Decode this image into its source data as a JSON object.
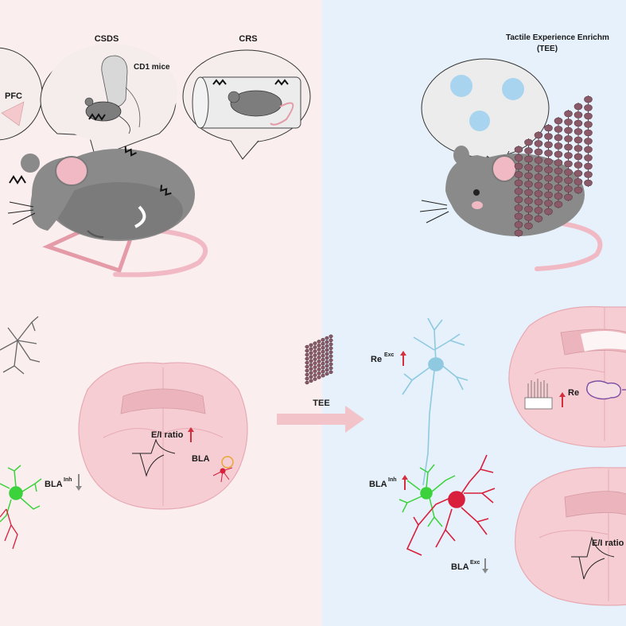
{
  "colors": {
    "left_bg": "#fbeeee",
    "right_bg": "#e6f1fb",
    "mouse_body": "#8a8a8a",
    "mouse_dark": "#5f5f5f",
    "mouse_pink": "#f1b9c4",
    "brain_fill": "#f6cdd3",
    "brain_inner": "#ecb4bc",
    "neuron_green": "#3bd23b",
    "neuron_red": "#d81f3c",
    "neuron_blue": "#8ec9e0",
    "tee_brown": "#8a5a68",
    "arrow_up": "#d32f3f",
    "arrow_down": "#888888"
  },
  "panels": {
    "csds_title": "CSDS",
    "crs_title": "CRS",
    "cd1_label": "CD1 mice",
    "pfc_label": "PFC",
    "tee_title_line1": "Tactile Experience Enrichm",
    "tee_title_line2": "(TEE)"
  },
  "labels": {
    "ei_ratio_left": "E/I ratio",
    "bla_left": "BLA",
    "bla_inh_left_base": "BLA",
    "bla_inh_left_sup": "Inh",
    "tee_arrow": "TEE",
    "re_exc_base": "Re",
    "re_exc_sup": "Exc",
    "bla_inh_right_base": "BLA",
    "bla_inh_right_sup": "Inh",
    "bla_exc_right_base": "BLA",
    "bla_exc_right_sup": "Exc",
    "re_brain": "Re",
    "ei_ratio_right": "E/I ratio"
  }
}
